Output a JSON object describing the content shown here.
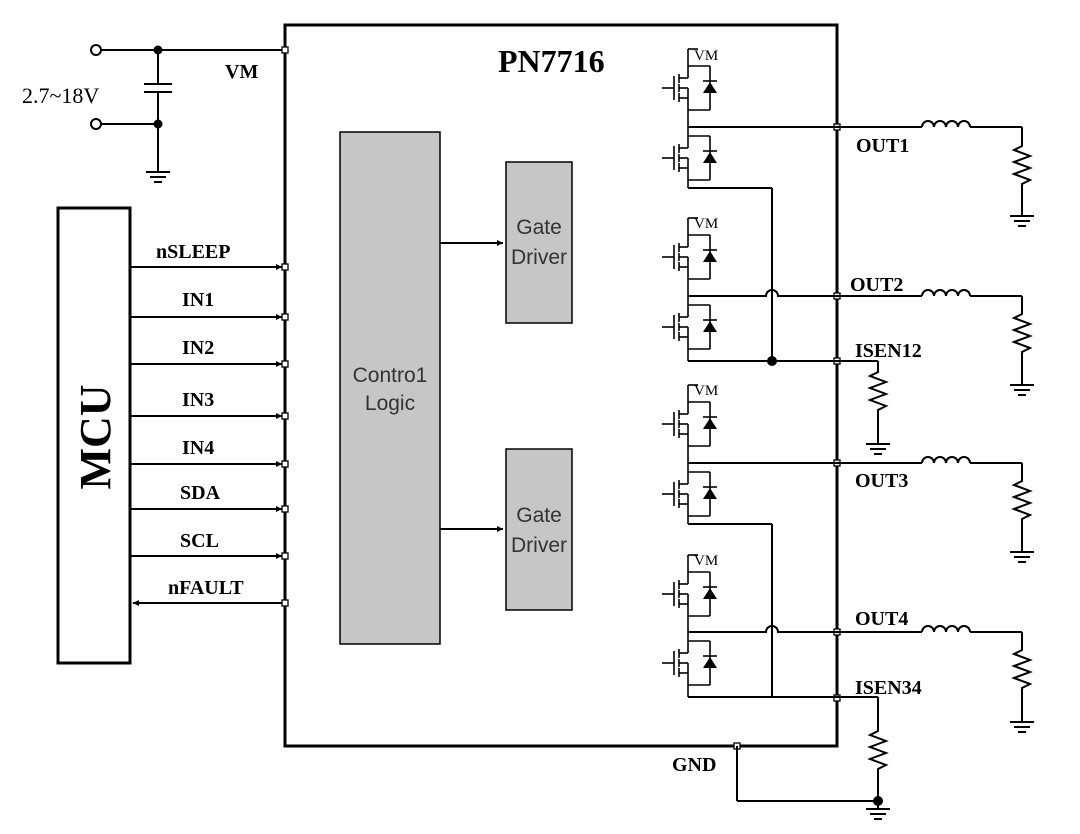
{
  "chip": {
    "title": "PN7716"
  },
  "supply": {
    "pin": "VM",
    "range": "2.7~18V"
  },
  "mcu": {
    "label": "MCU"
  },
  "mcu_signals": [
    {
      "name": "nSLEEP",
      "direction": "to-chip"
    },
    {
      "name": "IN1",
      "direction": "to-chip"
    },
    {
      "name": "IN2",
      "direction": "to-chip"
    },
    {
      "name": "IN3",
      "direction": "to-chip"
    },
    {
      "name": "IN4",
      "direction": "to-chip"
    },
    {
      "name": "SDA",
      "direction": "to-chip"
    },
    {
      "name": "SCL",
      "direction": "to-chip"
    },
    {
      "name": "nFAULT",
      "direction": "to-mcu"
    }
  ],
  "control_logic": {
    "line1": "Contro1",
    "line2": "Logic"
  },
  "gate_drivers": [
    {
      "line1": "Gate",
      "line2": "Driver"
    },
    {
      "line1": "Gate",
      "line2": "Driver"
    }
  ],
  "bridges": [
    {
      "supply": "VM"
    },
    {
      "supply": "VM"
    },
    {
      "supply": "VM"
    },
    {
      "supply": "VM"
    }
  ],
  "outputs": [
    "OUT1",
    "OUT2",
    "OUT3",
    "OUT4"
  ],
  "sense_pins": [
    "ISEN12",
    "ISEN34"
  ],
  "ground_pin": "GND"
}
